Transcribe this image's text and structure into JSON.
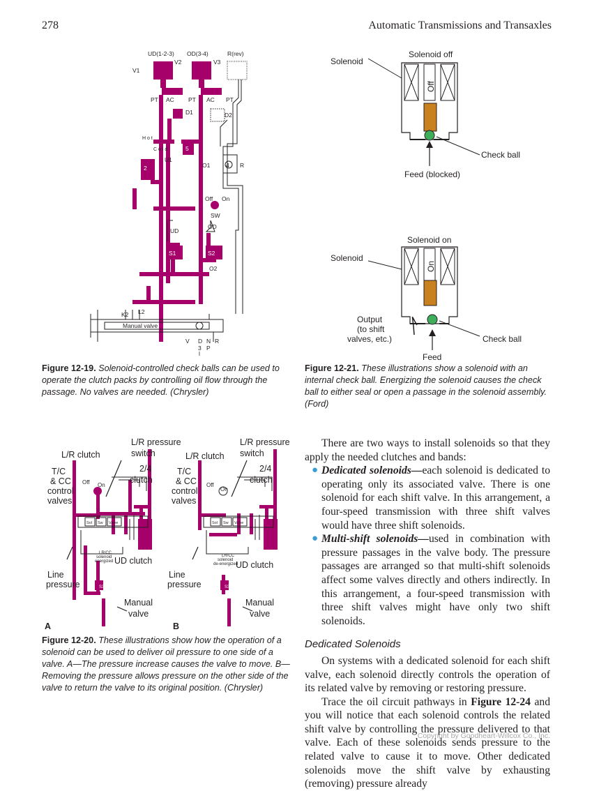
{
  "header": {
    "page_number": "278",
    "running_head": "Automatic Transmissions and Transaxles"
  },
  "colors": {
    "magenta": "#a6006a",
    "solenoid_core": "#c8811e",
    "check_ball": "#3fae5b",
    "bullet": "#3b9dd5",
    "copyright_gray": "#a7a9ac"
  },
  "fig19": {
    "labels": {
      "ud": "UD(1-2-3)",
      "od": "OD(3-4)",
      "rev": "R(rev)",
      "v1": "V1",
      "v2": "V2",
      "v3": "V3",
      "pt1": "PT",
      "ac1": "AC",
      "pt2": "PT",
      "ac2": "AC",
      "pt3": "PT",
      "d1": "D1",
      "d2": "D2",
      "u1": "U1",
      "o1": "O1",
      "r": "R",
      "hot": "H o t",
      "cold": "C o l d",
      "n2": "2",
      "n5": "5",
      "n4": "4",
      "off": "Off",
      "on": "On",
      "sw": "SW",
      "ud_s": "UD",
      "od_s": "OD",
      "s1": "S1",
      "s2": "S2",
      "o2": "O2",
      "k2": "K2",
      "l2": "L2",
      "manual_valve": "Manual valve",
      "pos_v": "V",
      "pos_d": "D",
      "pos_n": "N",
      "pos_r": "R",
      "pos_3": "3",
      "pos_p": "P",
      "pos_l": "l"
    },
    "caption_num": "Figure 12-19.",
    "caption_text": "Solenoid-controlled check balls can be used to operate the clutch packs by controlling oil flow through the passage. No valves are needed. (Chrysler)"
  },
  "fig21": {
    "top": {
      "title": "Solenoid off",
      "solenoid": "Solenoid",
      "state": "Off",
      "check_ball": "Check ball",
      "feed": "Feed (blocked)"
    },
    "bottom": {
      "title": "Solenoid on",
      "solenoid": "Solenoid",
      "state": "On",
      "output1": "Output",
      "output2": "(to shift",
      "output3": "valves, etc.)",
      "check_ball": "Check ball",
      "feed": "Feed"
    },
    "caption_num": "Figure 12-21.",
    "caption_text": "These illustrations show a solenoid with an internal check ball. Energizing the solenoid causes the check ball to either seal or open a passage in the solenoid assembly. (Ford)"
  },
  "fig20": {
    "a": {
      "lr_clutch": "L/R clutch",
      "lr_pressure1": "L/R pressure",
      "lr_pressure2": "switch",
      "tc1": "T/C",
      "tc2": "& CC",
      "tc3": "control",
      "tc4": "valves",
      "off": "Off",
      "on": "On",
      "clutch24_1": "2/4",
      "clutch24_2": "clutch",
      "sol": "Sol",
      "sw": "Sw",
      "valve": "Valve",
      "lrcc1": "LR/CC",
      "lrcc2": "solenoid",
      "lrcc3": "energized",
      "ud_clutch": "UD clutch",
      "line1": "Line",
      "line2": "pressure",
      "s3": "S3",
      "manual1": "Manual",
      "manual2": "valve",
      "panel": "A"
    },
    "b": {
      "lr_clutch": "L/R clutch",
      "lr_pressure1": "L/R pressure",
      "lr_pressure2": "switch",
      "tc1": "T/C",
      "tc2": "& CC",
      "tc3": "control",
      "tc4": "valves",
      "off": "Off",
      "on": "On",
      "clutch24_1": "2/4",
      "clutch24_2": "clutch",
      "sol": "Sol",
      "sw": "Sw",
      "valve": "Valve",
      "lrcc1": "LR/CC",
      "lrcc2": "solenoid",
      "lrcc3": "de-energized",
      "ud_clutch": "UD clutch",
      "line1": "Line",
      "line2": "pressure",
      "s3": "S3",
      "manual1": "Manual",
      "manual2": "valve",
      "panel": "B"
    },
    "caption_num": "Figure 12-20.",
    "caption_text": "These illustrations show how the operation of a solenoid can be used to deliver oil pressure to one side of a valve. A—The pressure increase causes the valve to move. B—Removing the pressure allows pressure on the other side of the valve to return the valve to its original position. (Chrysler)"
  },
  "body": {
    "intro": "There are two ways to install solenoids so that they apply the needed clutches and bands:",
    "bullets": [
      {
        "term": "Dedicated solenoids—",
        "text": "each solenoid is dedicated to operating only its associated valve. There is one solenoid for each shift valve. In this arrangement, a four-speed transmission with three shift valves would have three shift solenoids."
      },
      {
        "term": "Multi-shift solenoids—",
        "text": "used in combination with pressure passages in the valve body. The pressure passages are arranged so that multi-shift solenoids affect some valves directly and others indirectly. In this arrangement, a four-speed transmission with three shift valves might have only two shift solenoids."
      }
    ],
    "subhead": "Dedicated Solenoids",
    "para1": "On systems with a dedicated solenoid for each shift valve, each solenoid directly controls the operation of its related valve by removing or restoring pressure.",
    "para2_pre": "Trace the oil circuit pathways in ",
    "para2_ref": "Figure 12-24",
    "para2_post": " and you will notice that each solenoid controls the related shift valve by controlling the pressure delivered to that valve. Each of these solenoids sends pressure to the related valve to cause it to move. Other dedicated solenoids move the shift valve by exhausting (removing) pressure already"
  },
  "footer": {
    "copyright": "Copyright by Goodheart-Willcox Co., Inc."
  }
}
